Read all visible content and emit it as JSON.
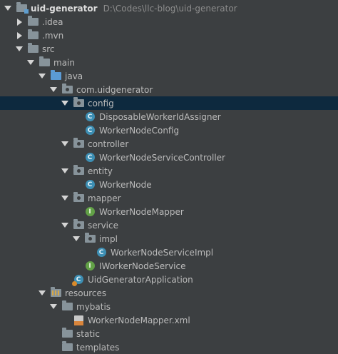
{
  "tree": [
    {
      "label": "uid-generator",
      "path": "D:\\Codes\\llc-blog\\uid-generator",
      "icon": "module-folder-icon",
      "arrow": "down",
      "level": 0
    },
    {
      "label": ".idea",
      "icon": "folder-icon",
      "arrow": "right",
      "level": 1
    },
    {
      "label": ".mvn",
      "icon": "folder-icon",
      "arrow": "right",
      "level": 1
    },
    {
      "label": "src",
      "icon": "folder-icon",
      "arrow": "down",
      "level": 1
    },
    {
      "label": "main",
      "icon": "folder-icon",
      "arrow": "down",
      "level": 2
    },
    {
      "label": "java",
      "icon": "source-folder-icon",
      "arrow": "down",
      "level": 3
    },
    {
      "label": "com.uidgenerator",
      "icon": "package-icon",
      "arrow": "down",
      "level": 4
    },
    {
      "label": "config",
      "icon": "package-icon",
      "arrow": "down",
      "level": 5,
      "selected": true
    },
    {
      "label": "DisposableWorkerIdAssigner",
      "icon": "class-icon",
      "level": 6
    },
    {
      "label": "WorkerNodeConfig",
      "icon": "class-icon",
      "level": 6
    },
    {
      "label": "controller",
      "icon": "package-icon",
      "arrow": "down",
      "level": 5
    },
    {
      "label": "WorkerNodeServiceController",
      "icon": "class-icon",
      "level": 6
    },
    {
      "label": "entity",
      "icon": "package-icon",
      "arrow": "down",
      "level": 5
    },
    {
      "label": "WorkerNode",
      "icon": "class-icon",
      "level": 6
    },
    {
      "label": "mapper",
      "icon": "package-icon",
      "arrow": "down",
      "level": 5
    },
    {
      "label": "WorkerNodeMapper",
      "icon": "interface-icon",
      "level": 6
    },
    {
      "label": "service",
      "icon": "package-icon",
      "arrow": "down",
      "level": 5
    },
    {
      "label": "impl",
      "icon": "package-icon",
      "arrow": "down",
      "level": 6
    },
    {
      "label": "WorkerNodeServiceImpl",
      "icon": "class-icon",
      "level": 7
    },
    {
      "label": "IWorkerNodeService",
      "icon": "interface-icon",
      "level": 6
    },
    {
      "label": "UidGeneratorApplication",
      "icon": "spring-app-icon",
      "level": 5
    },
    {
      "label": "resources",
      "icon": "resources-folder-icon",
      "arrow": "down",
      "level": 3
    },
    {
      "label": "mybatis",
      "icon": "folder-icon",
      "arrow": "down",
      "level": 4
    },
    {
      "label": "WorkerNodeMapper.xml",
      "icon": "xml-file-icon",
      "level": 5
    },
    {
      "label": "static",
      "icon": "folder-icon",
      "level": 4
    },
    {
      "label": "templates",
      "icon": "folder-icon",
      "level": 4
    }
  ],
  "colors": {
    "background": "#3c3f41",
    "selection": "#0d293e",
    "text": "#bbbbbb"
  }
}
